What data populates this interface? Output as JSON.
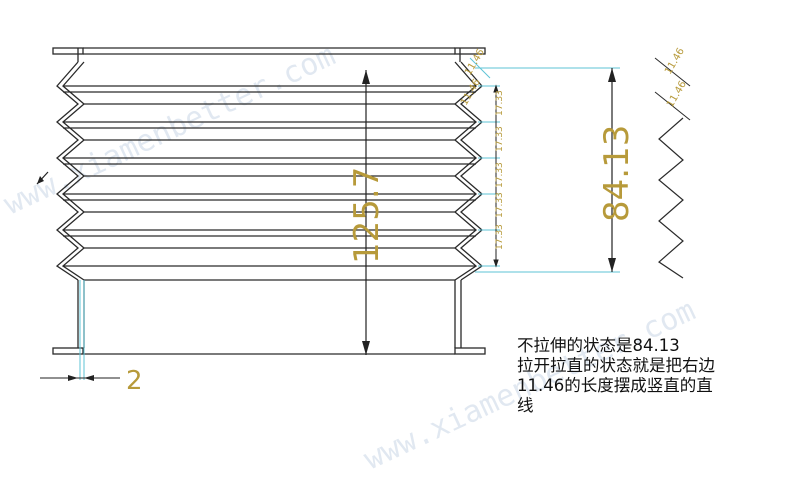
{
  "watermarks": [
    "www.xiamenbetter.com",
    "www.xiamenbetter.com"
  ],
  "dimensions": {
    "total_height": "125.7",
    "compressed_height": "84.13",
    "wall": "2",
    "fold_vertical": "11.46",
    "fold_diagonal": "11.46",
    "pitch_label": "17.33",
    "side_fold_1": "11.46",
    "side_fold_2": "11.46"
  },
  "note": {
    "line1": "不拉伸的状态是84.13",
    "line2": "拉开拉直的状态就是把右边",
    "line3": "11.46的长度摆成竖直的直",
    "line4": "线"
  },
  "colors": {
    "outline": "#2a2a2a",
    "dimension_line": "#5ec3d6",
    "dimension_text": "#b79a3a",
    "watermark": "#c9d7e6"
  }
}
